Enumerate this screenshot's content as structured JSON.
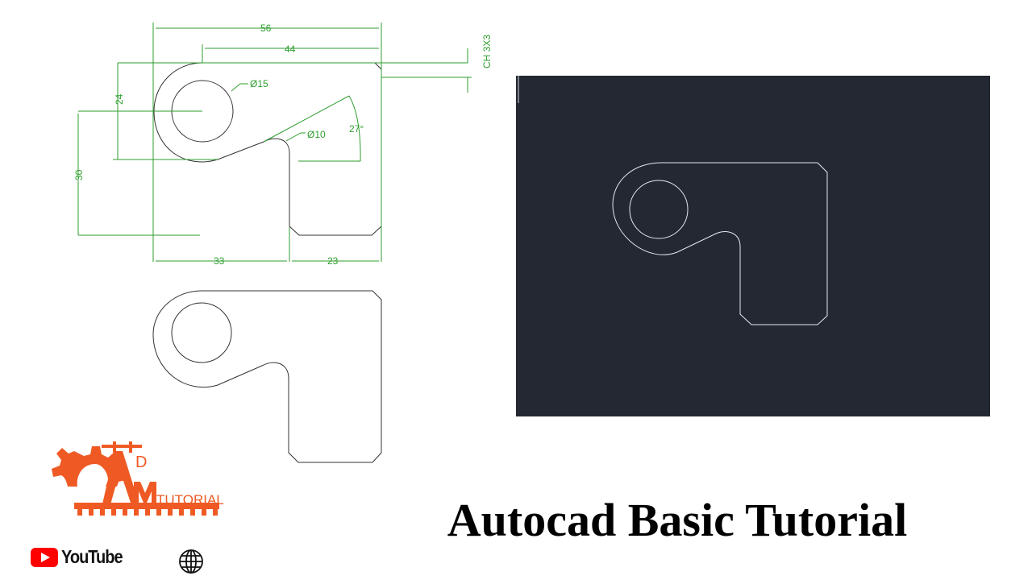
{
  "drawing": {
    "dimensions": {
      "overall_width": "56",
      "top_width": "44",
      "chamfer_note": "CH 3X3",
      "height_left": "24",
      "height_lower": "30",
      "hole_large": "Ø15",
      "fillet_small": "Ø10",
      "angle": "27°",
      "bottom_left": "33",
      "bottom_right": "23"
    }
  },
  "logo": {
    "small_text": "D",
    "big_text": "M",
    "suffix": "TUTORIAL",
    "brand_color": "#ef5a24"
  },
  "youtube": {
    "label": "YouTube",
    "icon": "play-icon",
    "color": "#ff0000"
  },
  "globe": {
    "icon": "globe-icon"
  },
  "title": "Autocad Basic Tutorial",
  "colors": {
    "viewport_bg": "#232833",
    "dimension_green": "#2e9e2e"
  }
}
